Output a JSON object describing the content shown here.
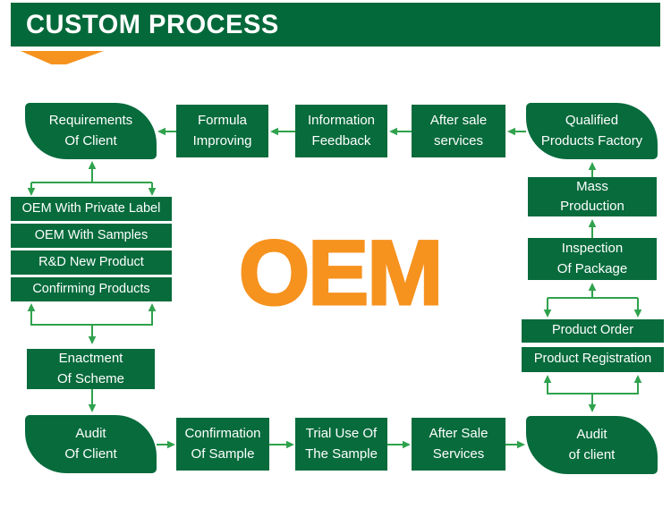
{
  "header": {
    "title": "CUSTOM PROCESS"
  },
  "center": {
    "label": "OEM"
  },
  "colors": {
    "box_green": "#076b3c",
    "header_green": "#04693a",
    "arrow_green": "#2fa24d",
    "accent_orange": "#f6921e",
    "text_white": "#ffffff"
  },
  "nodes": {
    "requirements": {
      "label": "Requirements\nOf Client"
    },
    "formula": {
      "label": "Formula\nImproving"
    },
    "information": {
      "label": "Information\nFeedback"
    },
    "after_sale_top": {
      "label": "After sale\nservices"
    },
    "qualified": {
      "label": "Qualified\nProducts Factory"
    },
    "oem_private_label": {
      "label": "OEM With Private Label"
    },
    "oem_samples": {
      "label": "OEM With Samples"
    },
    "rd_new_product": {
      "label": "R&D New Product"
    },
    "confirming_products": {
      "label": "Confirming Products"
    },
    "enactment": {
      "label": "Enactment\nOf Scheme"
    },
    "audit_left": {
      "label": "Audit\nOf Client"
    },
    "confirmation": {
      "label": "Confirmation\nOf Sample"
    },
    "trial": {
      "label": "Trial Use Of\nThe Sample"
    },
    "after_sale_bottom": {
      "label": "After Sale\nServices"
    },
    "audit_right": {
      "label": "Audit\nof client"
    },
    "mass_production": {
      "label": "Mass\nProduction"
    },
    "inspection": {
      "label": "Inspection\nOf Package"
    },
    "product_order": {
      "label": "Product Order"
    },
    "product_registration": {
      "label": "Product Registration"
    }
  }
}
